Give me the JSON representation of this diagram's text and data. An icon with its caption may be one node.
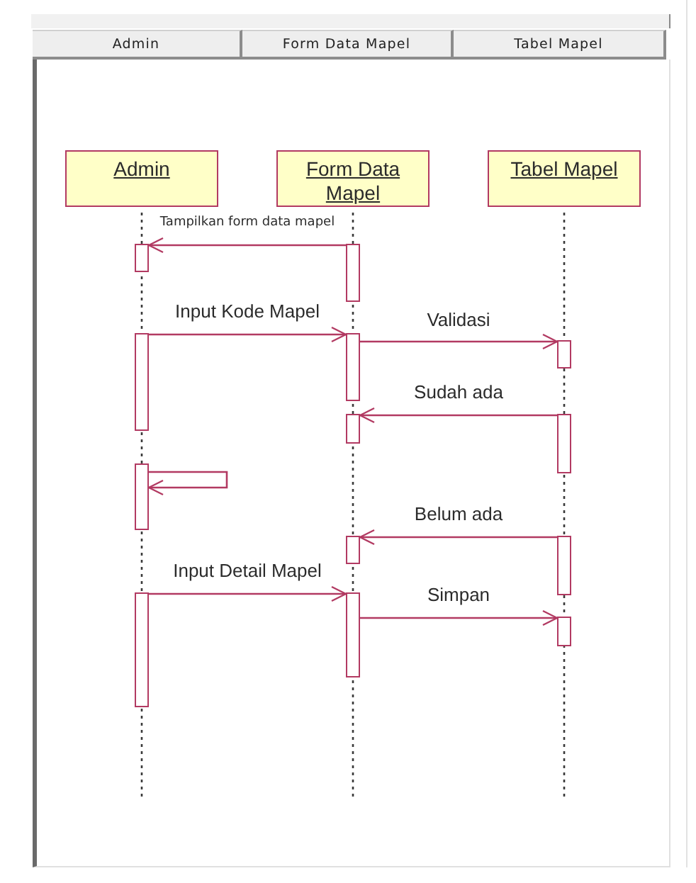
{
  "diagram": {
    "nodes": [
      {
        "text": [
          "Admin"
        ]
      },
      {
        "text": [
          "Form Data Mapel"
        ]
      },
      {
        "text": [
          "Tabel Mapel"
        ]
      },
      {
        "text": [],
        "shape": "bar"
      },
      {
        "text": [],
        "shape": "bar"
      },
      {
        "text": [],
        "shape": "bar"
      },
      {
        "text": [],
        "shape": "bar"
      },
      {
        "text": [],
        "shape": "bar"
      },
      {
        "text": [],
        "shape": "bar"
      },
      {
        "text": [],
        "shape": "bar"
      },
      {
        "text": [],
        "shape": "bar"
      },
      {
        "text": [],
        "shape": "bar"
      },
      {
        "text": [],
        "shape": "bar"
      },
      {
        "text": [],
        "shape": "bar"
      },
      {
        "text": [],
        "shape": "bar"
      },
      {
        "text": [],
        "shape": "bar"
      }
    ],
    "edges": [
      {
        "from": 4,
        "to": 3,
        "arrow": "to",
        "label": "Tampilkan form data mapel"
      },
      {
        "from": 5,
        "to": 6,
        "arrow": "to",
        "label": "Input Kode Mapel"
      },
      {
        "from": 6,
        "to": 7,
        "arrow": "to",
        "label": "Validasi"
      },
      {
        "from": 9,
        "to": 8,
        "arrow": "to",
        "label": "Sudah ada"
      },
      {
        "from": 10,
        "to": 10,
        "arrow": "to"
      },
      {
        "from": 12,
        "to": 11,
        "arrow": "to",
        "label": "Belum ada"
      },
      {
        "from": 13,
        "to": 14,
        "arrow": "to",
        "label": "Input Detail Mapel"
      },
      {
        "from": 14,
        "to": 15,
        "arrow": "to",
        "label": "Simpan"
      }
    ],
    "labels": [
      "Admin",
      "Form Data Mapel",
      "Tabel Mapel"
    ]
  }
}
